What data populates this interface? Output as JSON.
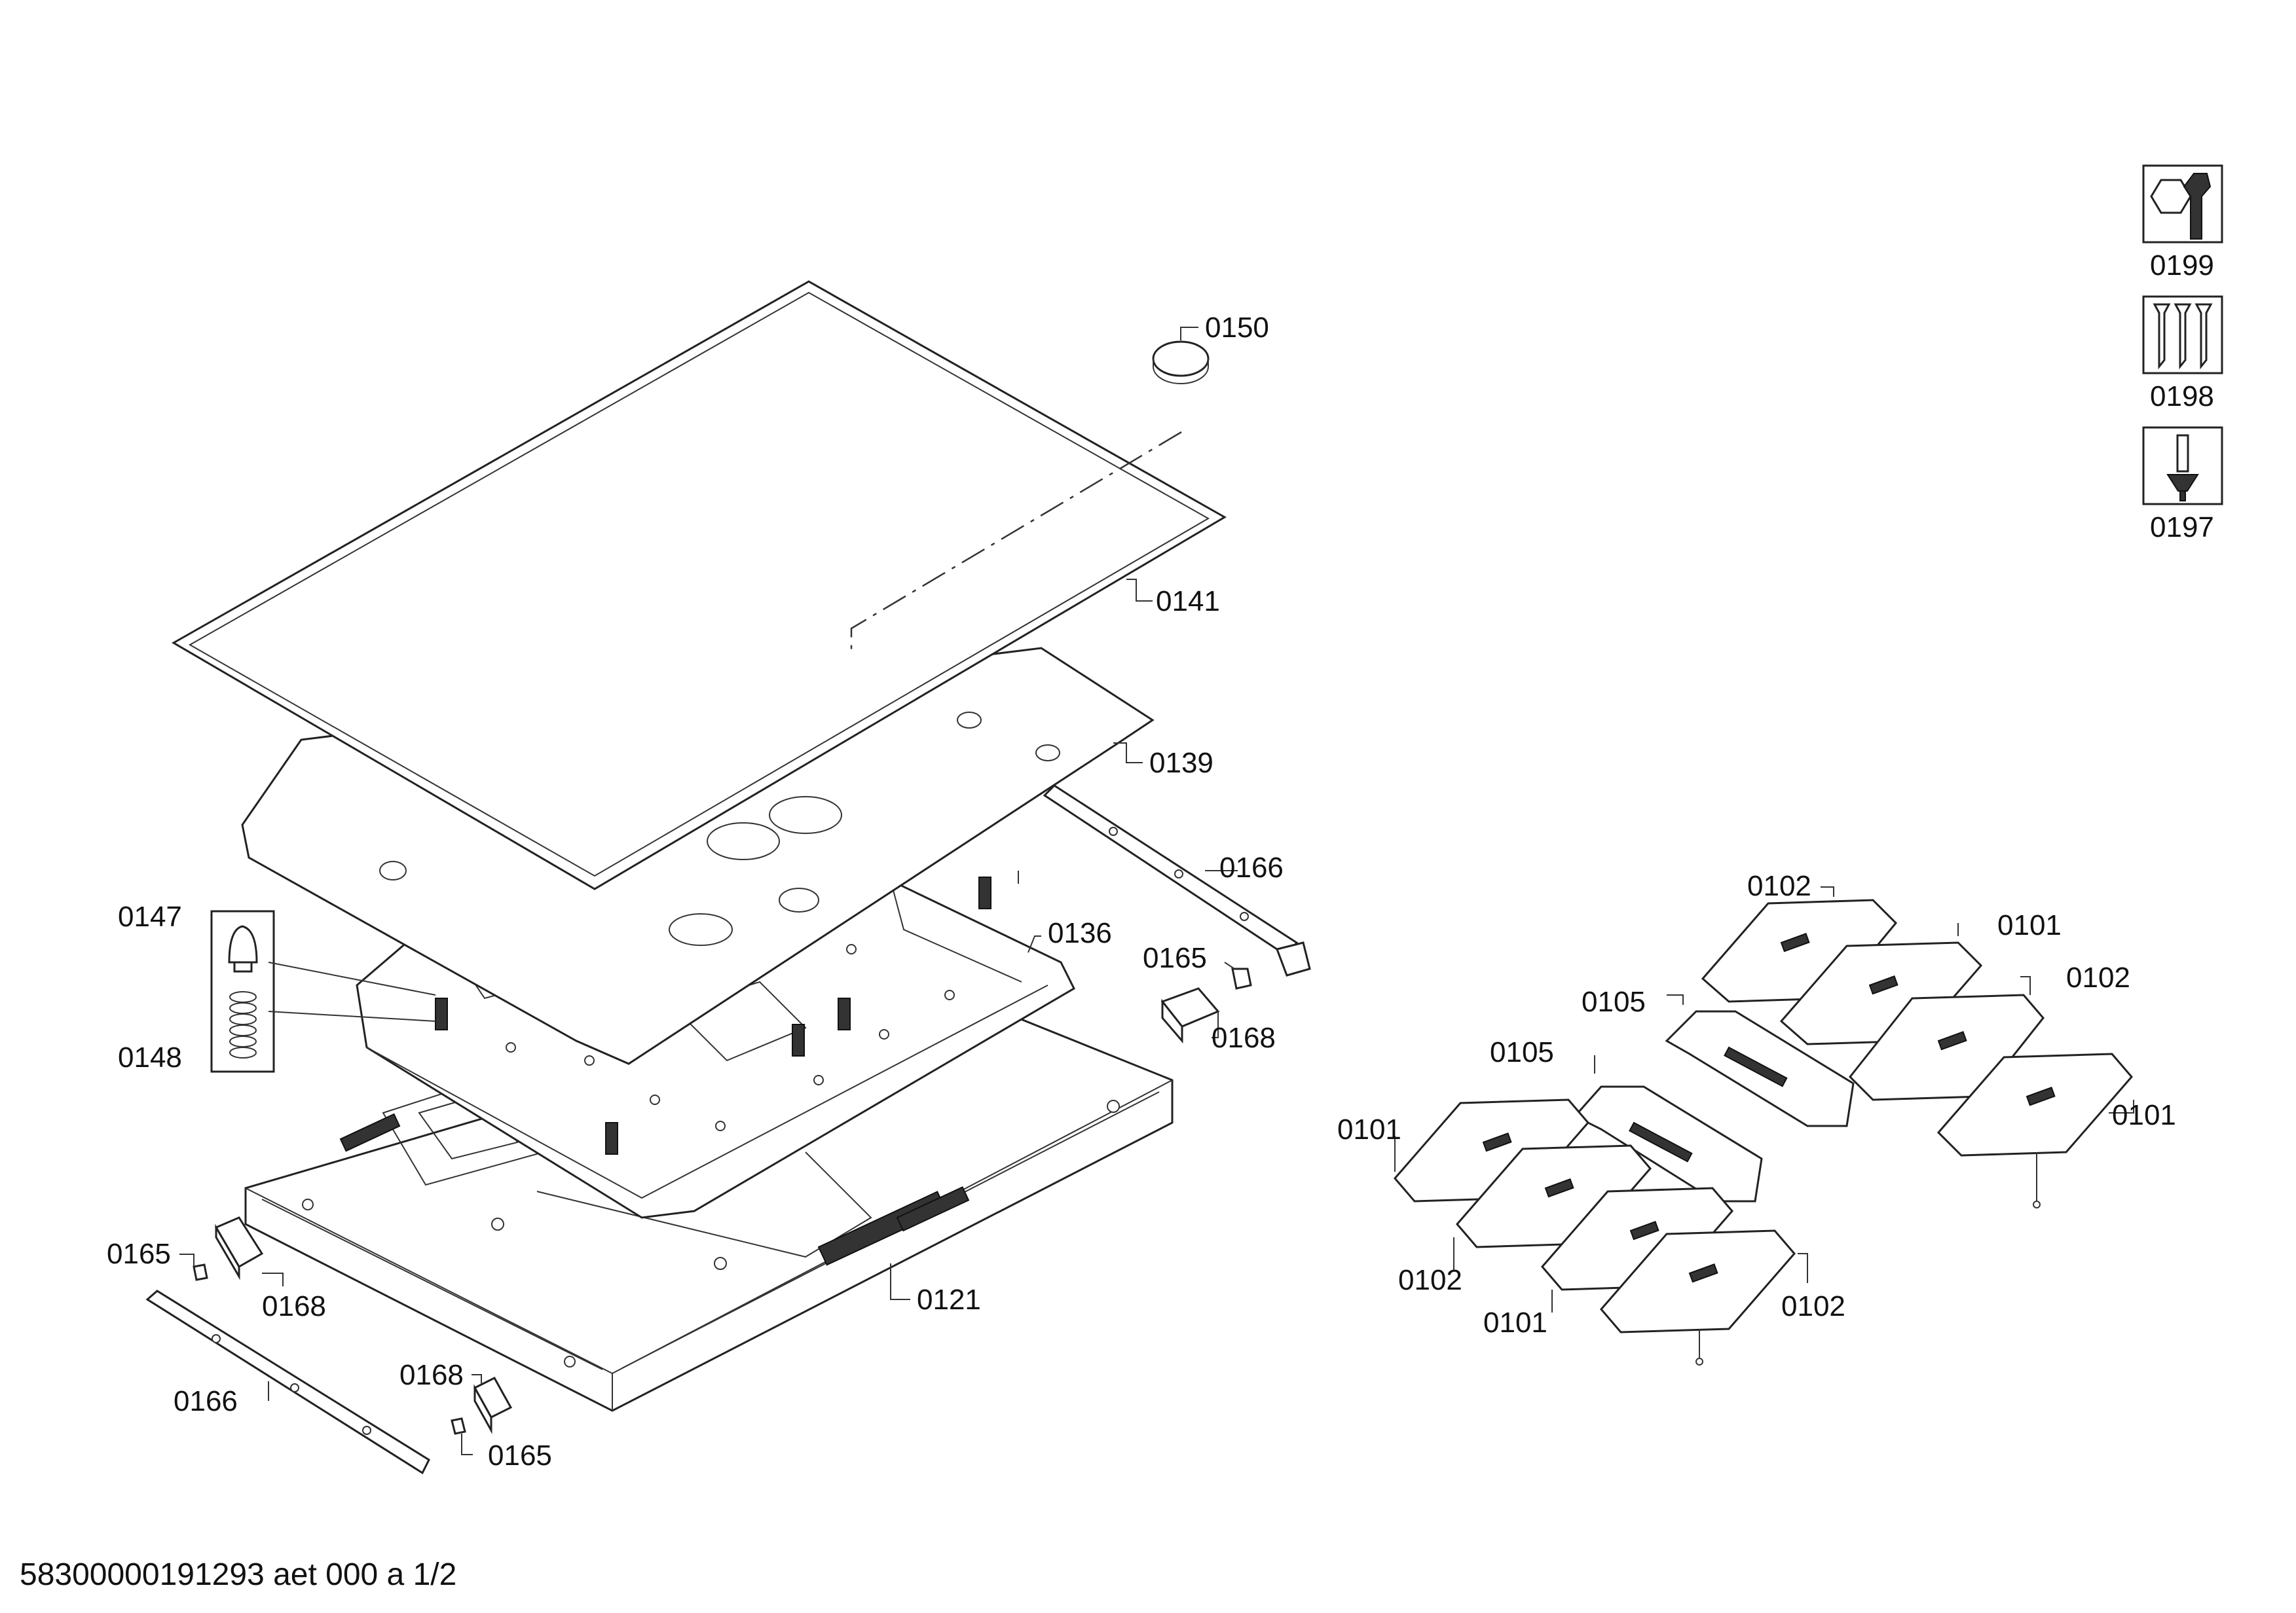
{
  "document": {
    "footer_text": "58300000191293 aet 000 a 1/2"
  },
  "labels": {
    "l0150": "0150",
    "l0141": "0141",
    "l0139": "0139",
    "l0166a": "0166",
    "l0136": "0136",
    "l0165a": "0165",
    "l0168a": "0168",
    "l0147": "0147",
    "l0148": "0148",
    "l0121": "0121",
    "l0165b": "0165",
    "l0168b": "0168",
    "l0166b": "0166",
    "l0168c": "0168",
    "l0165c": "0165",
    "l0102a": "0102",
    "l0101a": "0101",
    "l0102b": "0102",
    "l0105a": "0105",
    "l0105b": "0105",
    "l0101b": "0101",
    "l0101c": "0101",
    "l0102c": "0102",
    "l0101d": "0101",
    "l0102d": "0102"
  },
  "tool_icons": {
    "t0199": {
      "label": "0199",
      "icon": "nut-and-wrench-icon"
    },
    "t0198": {
      "label": "0198",
      "icon": "screws-icon"
    },
    "t0197": {
      "label": "0197",
      "icon": "screwdriver-icon"
    }
  }
}
